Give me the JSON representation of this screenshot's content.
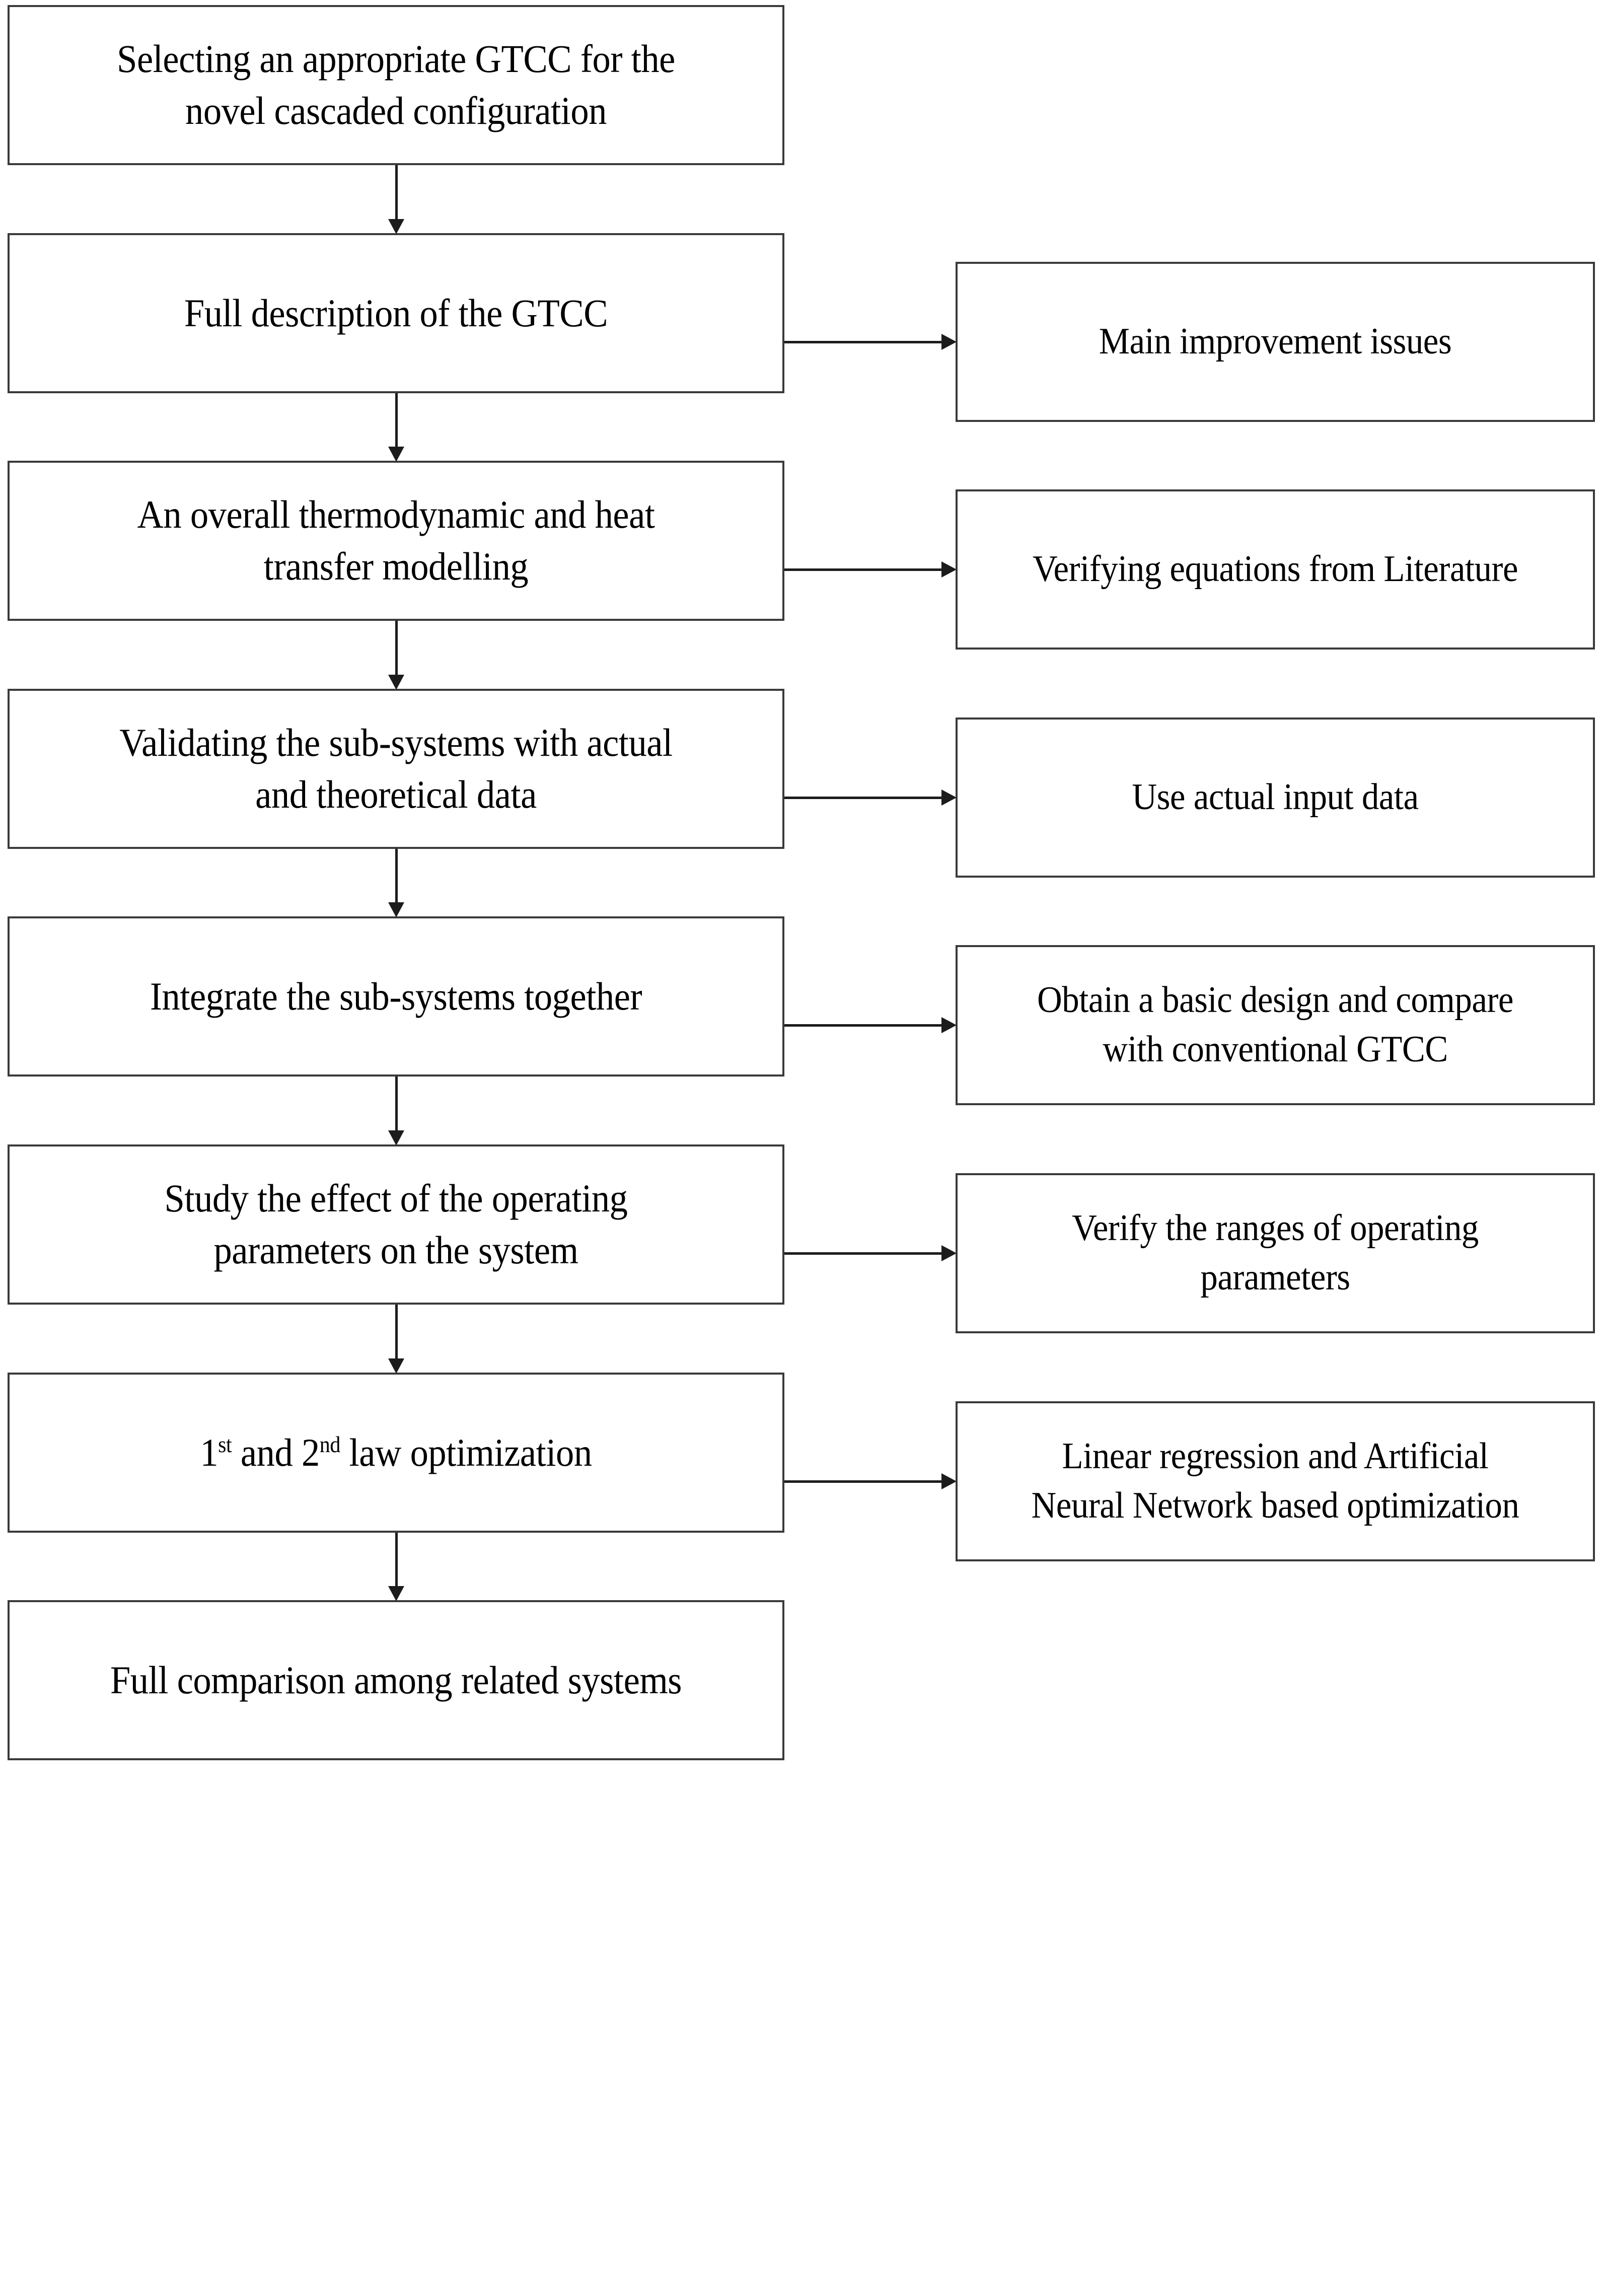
{
  "diagram": {
    "type": "flowchart",
    "orientation": "vertical-with-side-annotations",
    "background_color": "#ffffff",
    "box_border_color": "#3a3a3a",
    "connector_color": "#1c1c1c",
    "text_color": "#000000",
    "main_steps": [
      {
        "id": "step-1",
        "name": "select-gtcc",
        "text": "Selecting an appropriate GTCC for the novel cascaded configuration",
        "line1": "Selecting an appropriate GTCC for the",
        "line2": "novel cascaded configuration"
      },
      {
        "id": "step-2",
        "name": "full-description",
        "text": "Full description of the GTCC",
        "line1": "Full description of the GTCC",
        "line2": ""
      },
      {
        "id": "step-3",
        "name": "thermodynamic-modelling",
        "text": "An overall thermodynamic and heat transfer modelling",
        "line1": "An overall thermodynamic and heat",
        "line2": "transfer modelling"
      },
      {
        "id": "step-4",
        "name": "validate-subsystems",
        "text": "Validating the sub-systems with actual and theoretical data",
        "line1": "Validating the sub-systems with actual",
        "line2": "and theoretical data"
      },
      {
        "id": "step-5",
        "name": "integrate-subsystems",
        "text": "Integrate the sub-systems together",
        "line1": "Integrate the sub-systems together",
        "line2": ""
      },
      {
        "id": "step-6",
        "name": "study-operating-parameters",
        "text": "Study the effect of the operating parameters on the system",
        "line1": "Study the effect of the operating",
        "line2": "parameters on the system"
      },
      {
        "id": "step-7",
        "name": "law-optimization",
        "text": "1st and 2nd law optimization",
        "rich": [
          {
            "t": "1"
          },
          {
            "t": "st",
            "sup": true
          },
          {
            "t": " and 2"
          },
          {
            "t": "nd",
            "sup": true
          },
          {
            "t": " law optimization"
          }
        ]
      },
      {
        "id": "step-8",
        "name": "full-comparison",
        "text": "Full comparison among related systems",
        "line1": "Full comparison among related systems",
        "line2": ""
      }
    ],
    "side_notes": [
      {
        "id": "note-1",
        "name": "main-improvement-issues",
        "attached_to": "step-2",
        "text": "Main improvement issues",
        "line1": "Main improvement issues",
        "line2": ""
      },
      {
        "id": "note-2",
        "name": "verifying-equations",
        "attached_to": "step-3",
        "text": "Verifying equations from Literature",
        "line1": "Verifying equations from Literature",
        "line2": ""
      },
      {
        "id": "note-3",
        "name": "use-actual-input-data",
        "attached_to": "step-4",
        "text": "Use actual input data",
        "line1": "Use actual input data",
        "line2": ""
      },
      {
        "id": "note-4",
        "name": "obtain-basic-design",
        "attached_to": "step-5",
        "text": "Obtain a basic design and compare with conventional GTCC",
        "line1": "Obtain a basic design and compare",
        "line2": "with conventional GTCC"
      },
      {
        "id": "note-5",
        "name": "verify-ranges",
        "attached_to": "step-6",
        "text": "Verify the ranges of operating parameters",
        "line1": "Verify the ranges of operating",
        "line2": "parameters"
      },
      {
        "id": "note-6",
        "name": "linear-regression-ann",
        "attached_to": "step-7",
        "text": "Linear regression and Artificial Neural Network based optimization",
        "line1": "Linear regression and Artificial",
        "line2": "Neural Network based optimization"
      }
    ],
    "flow_connectors": [
      {
        "name": "arrow-step1-to-step2",
        "kind": "vertical-arrow",
        "from": "step-1",
        "to": "step-2"
      },
      {
        "name": "arrow-step2-to-step3",
        "kind": "vertical-arrow",
        "from": "step-2",
        "to": "step-3"
      },
      {
        "name": "arrow-step3-to-step4",
        "kind": "vertical-arrow",
        "from": "step-3",
        "to": "step-4"
      },
      {
        "name": "arrow-step4-to-step5",
        "kind": "vertical-arrow",
        "from": "step-4",
        "to": "step-5"
      },
      {
        "name": "arrow-step5-to-step6",
        "kind": "vertical-arrow",
        "from": "step-5",
        "to": "step-6"
      },
      {
        "name": "arrow-step6-to-step7",
        "kind": "vertical-arrow",
        "from": "step-6",
        "to": "step-7"
      },
      {
        "name": "arrow-step7-to-step8",
        "kind": "vertical-arrow",
        "from": "step-7",
        "to": "step-8"
      },
      {
        "name": "arrow-step2-to-note1",
        "kind": "horizontal-arrow",
        "from": "step-2",
        "to": "note-1"
      },
      {
        "name": "arrow-step3-to-note2",
        "kind": "horizontal-arrow",
        "from": "step-3",
        "to": "note-2"
      },
      {
        "name": "arrow-step4-to-note3",
        "kind": "horizontal-arrow",
        "from": "step-4",
        "to": "note-3"
      },
      {
        "name": "arrow-step5-to-note4",
        "kind": "horizontal-arrow",
        "from": "step-5",
        "to": "note-4"
      },
      {
        "name": "arrow-step6-to-note5",
        "kind": "horizontal-arrow",
        "from": "step-6",
        "to": "note-5"
      },
      {
        "name": "arrow-step7-to-note6",
        "kind": "horizontal-arrow",
        "from": "step-7",
        "to": "note-6"
      }
    ]
  }
}
